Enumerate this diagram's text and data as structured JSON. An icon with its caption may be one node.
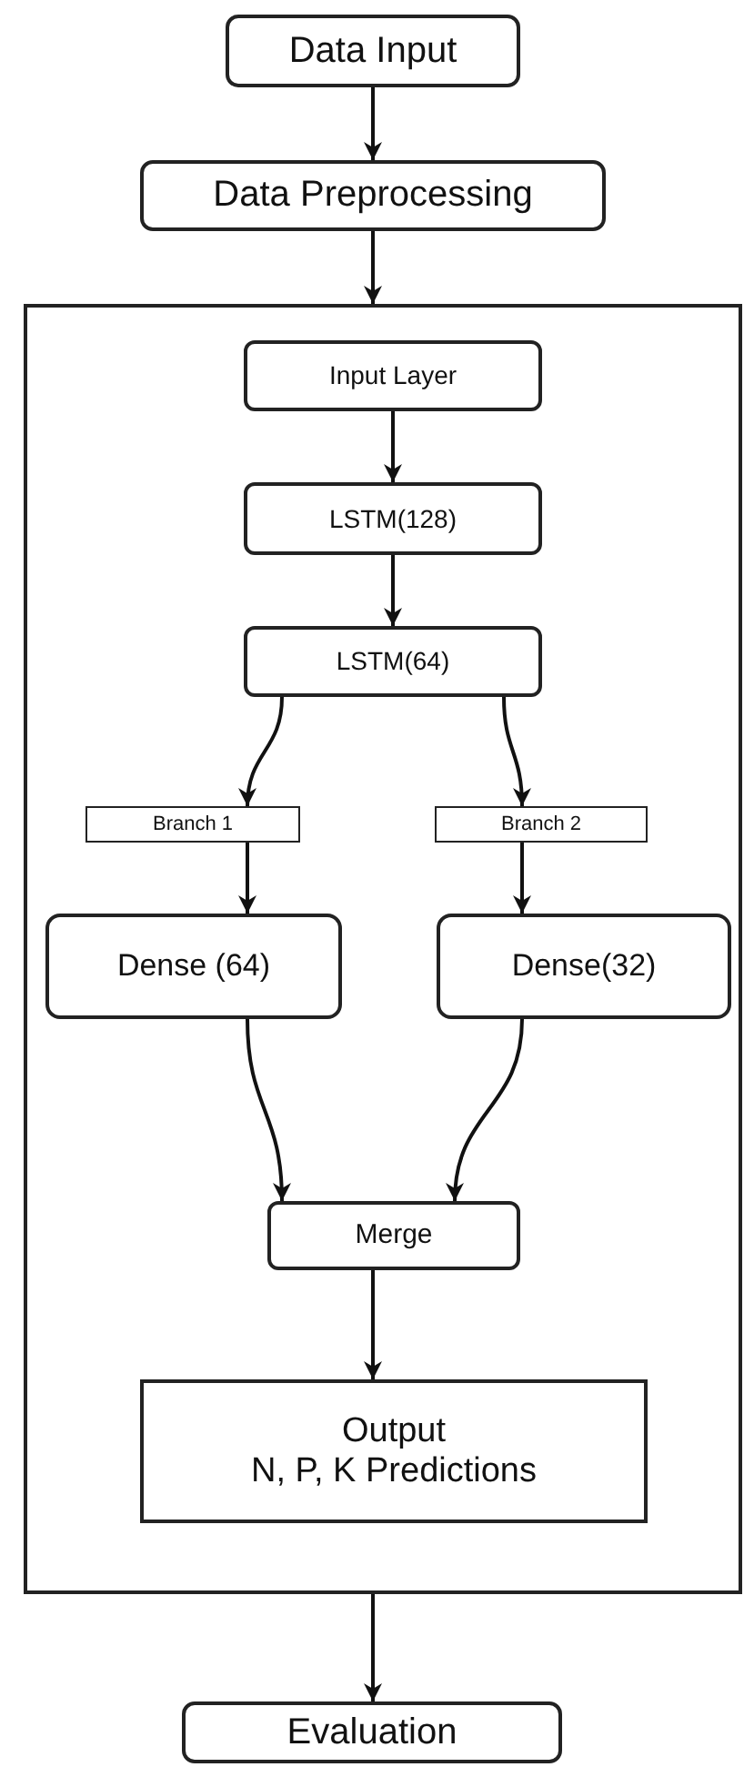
{
  "diagram": {
    "nodes": [
      {
        "text": [
          "Data Input"
        ]
      },
      {
        "text": [
          "Data Preprocessing"
        ]
      },
      {
        "text": [],
        "shape": "box"
      },
      {
        "text": [
          "Input Layer"
        ],
        "in": 2
      },
      {
        "text": [
          "LSTM(128)"
        ],
        "in": 2
      },
      {
        "text": [
          "LSTM(64)"
        ],
        "in": 2
      },
      {
        "text": [
          "Branch 1"
        ],
        "in": 2
      },
      {
        "text": [
          "Branch 2"
        ],
        "in": 2
      },
      {
        "text": [
          "Dense (64)"
        ],
        "in": 2
      },
      {
        "text": [
          "Dense(32)"
        ],
        "in": 2
      },
      {
        "text": [
          "Merge"
        ],
        "in": 2
      },
      {
        "text": [
          "Output",
          "N, P, K Predictions"
        ],
        "in": 2
      },
      {
        "text": [
          "Evaluation"
        ]
      }
    ],
    "edges": [
      {
        "from": 0,
        "to": 1,
        "arrow": "to"
      },
      {
        "from": 1,
        "to": 2,
        "arrow": "to"
      },
      {
        "from": 3,
        "to": 4,
        "arrow": "to"
      },
      {
        "from": 4,
        "to": 5,
        "arrow": "to"
      },
      {
        "from": 5,
        "to": 6,
        "arrow": "to"
      },
      {
        "from": 5,
        "to": 7,
        "arrow": "to"
      },
      {
        "from": 6,
        "to": 8,
        "arrow": "to"
      },
      {
        "from": 7,
        "to": 9,
        "arrow": "to"
      },
      {
        "from": 8,
        "to": 10,
        "arrow": "to"
      },
      {
        "from": 9,
        "to": 10,
        "arrow": "to"
      },
      {
        "from": 10,
        "to": 11,
        "arrow": "to"
      },
      {
        "from": 2,
        "to": 12,
        "arrow": "to"
      }
    ]
  }
}
